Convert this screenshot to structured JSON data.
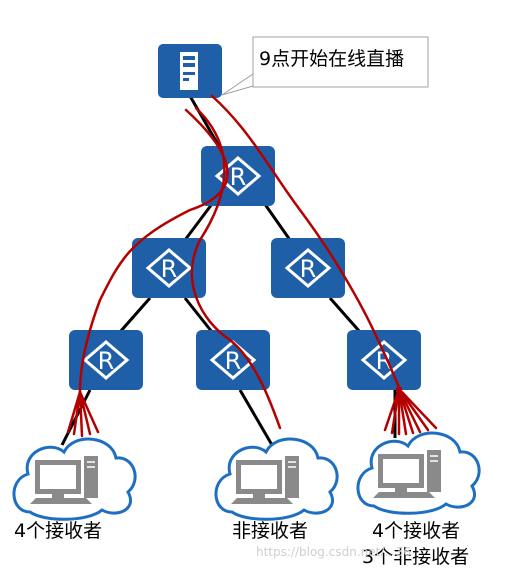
{
  "callout": {
    "text": "9点开始在线直播"
  },
  "router_symbol": "R",
  "groups": [
    {
      "label": "4个接收者",
      "sublabel": ""
    },
    {
      "label": "非接收者",
      "sublabel": ""
    },
    {
      "label": "4个接收者",
      "sublabel": "3个非接收者"
    }
  ],
  "watermark": "https://blog.csdn.net/...36",
  "colors": {
    "device_blue": "#1f5fa8",
    "link_black": "#000000",
    "stream_red": "#b40000",
    "cloud_stroke": "#1e6fc1",
    "pc_gray": "#8a8a8a"
  },
  "icons": [
    "server-icon",
    "router-icon",
    "cloud-icon",
    "computer-icon"
  ]
}
